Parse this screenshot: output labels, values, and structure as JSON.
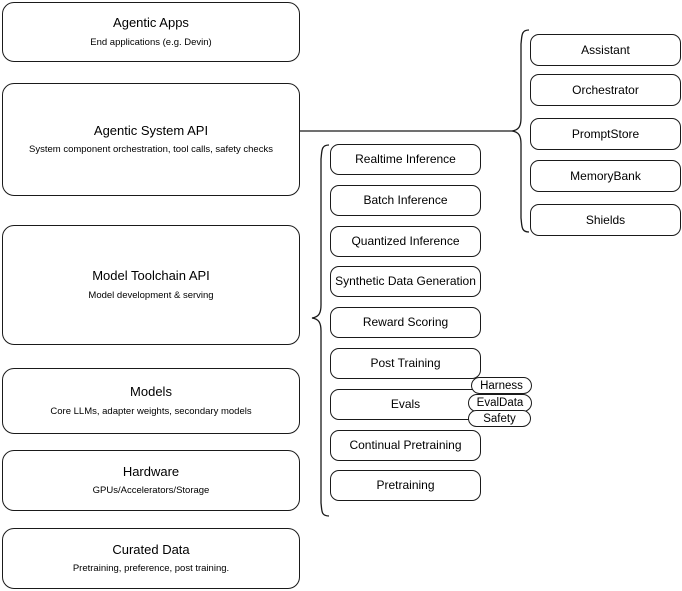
{
  "diagram": {
    "title": "AI Stack Architecture Diagram",
    "stroke_color": "#1a1a1a",
    "background_color": "#ffffff"
  },
  "layers": [
    {
      "name": "agentic-apps",
      "title": "Agentic Apps",
      "subtitle": "End applications (e.g. Devin)"
    },
    {
      "name": "agentic-system-api",
      "title": "Agentic System API",
      "subtitle": "System component orchestration, tool calls, safety checks"
    },
    {
      "name": "model-toolchain-api",
      "title": "Model Toolchain API",
      "subtitle": "Model development & serving"
    },
    {
      "name": "models",
      "title": "Models",
      "subtitle": "Core LLMs, adapter weights, secondary models"
    },
    {
      "name": "hardware",
      "title": "Hardware",
      "subtitle": "GPUs/Accelerators/Storage"
    },
    {
      "name": "curated-data",
      "title": "Curated Data",
      "subtitle": "Pretraining, preference, post training."
    }
  ],
  "toolchain_components": [
    {
      "name": "realtime-inference",
      "label": "Realtime Inference"
    },
    {
      "name": "batch-inference",
      "label": "Batch Inference"
    },
    {
      "name": "quantized-inference",
      "label": "Quantized Inference"
    },
    {
      "name": "synthetic-data-generation",
      "label": "Synthetic Data Generation"
    },
    {
      "name": "reward-scoring",
      "label": "Reward Scoring"
    },
    {
      "name": "post-training",
      "label": "Post Training"
    },
    {
      "name": "evals",
      "label": "Evals"
    },
    {
      "name": "continual-pretraining",
      "label": "Continual Pretraining"
    },
    {
      "name": "pretraining",
      "label": "Pretraining"
    }
  ],
  "system_components": [
    {
      "name": "assistant",
      "label": "Assistant"
    },
    {
      "name": "orchestrator",
      "label": "Orchestrator"
    },
    {
      "name": "promptstore",
      "label": "PromptStore"
    },
    {
      "name": "memorybank",
      "label": "MemoryBank"
    },
    {
      "name": "shields",
      "label": "Shields"
    }
  ],
  "eval_badges": [
    {
      "name": "harness",
      "label": "Harness"
    },
    {
      "name": "evaldata",
      "label": "EvalData"
    },
    {
      "name": "safety",
      "label": "Safety"
    }
  ]
}
